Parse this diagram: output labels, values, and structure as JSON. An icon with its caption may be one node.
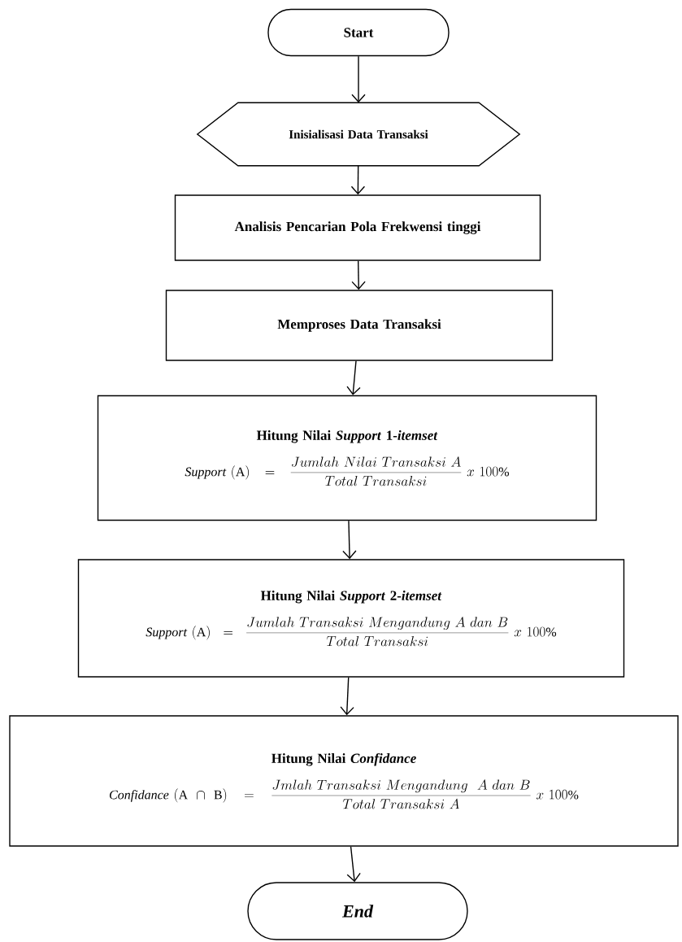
{
  "diagram": {
    "nodes": [
      {
        "text": [
          "Start"
        ]
      },
      {
        "text": [
          "Inisialisasi Data Transaksi"
        ]
      },
      {
        "text": [
          "Analisis Pencarian Pola Frekwensi tinggi"
        ]
      },
      {
        "text": [
          "Memproses Data Transaksi"
        ]
      },
      {
        "text": [
          "Hitung Nilai *Support* 1-*itemset*",
          "\\mathit{Support}\\ (\\mathrm{A}) = \\frac{Jumlah\\ Nilai\\ Transaksi\\ A}{Total\\ Transaksi}\\ x\\ 100\\%"
        ]
      },
      {
        "text": [
          "Hitung Nilai *Support* 2-*itemset*",
          "\\mathit{Support}\\ (\\mathrm{A}) = \\frac{Jumlah\\ Transaksi\\ Mengandung\\ A\\ dan\\ B}{Total\\ Transaksi}\\ x\\ 100\\%"
        ]
      },
      {
        "text": [
          "Hitung Nilai *Confidance*",
          "\\mathit{Confidance}\\ (\\mathrm{A} \\cap \\mathrm{B}) = \\frac{Jmlah\\ Transaksi\\ Mengandung\\ \\ A\\ dan\\ B}{Total\\ Transaksi\\ A}\\ x\\ 100\\%"
        ]
      },
      {
        "text": [
          "End"
        ]
      }
    ],
    "edges": [
      {
        "from": 0,
        "to": 1,
        "arrow": "to"
      },
      {
        "from": 1,
        "to": 2,
        "arrow": "to"
      },
      {
        "from": 2,
        "to": 3,
        "arrow": "to"
      },
      {
        "from": 3,
        "to": 4,
        "arrow": "to"
      },
      {
        "from": 4,
        "to": 5,
        "arrow": "to"
      },
      {
        "from": 5,
        "to": 6,
        "arrow": "to"
      },
      {
        "from": 6,
        "to": 7,
        "arrow": "to"
      }
    ]
  }
}
